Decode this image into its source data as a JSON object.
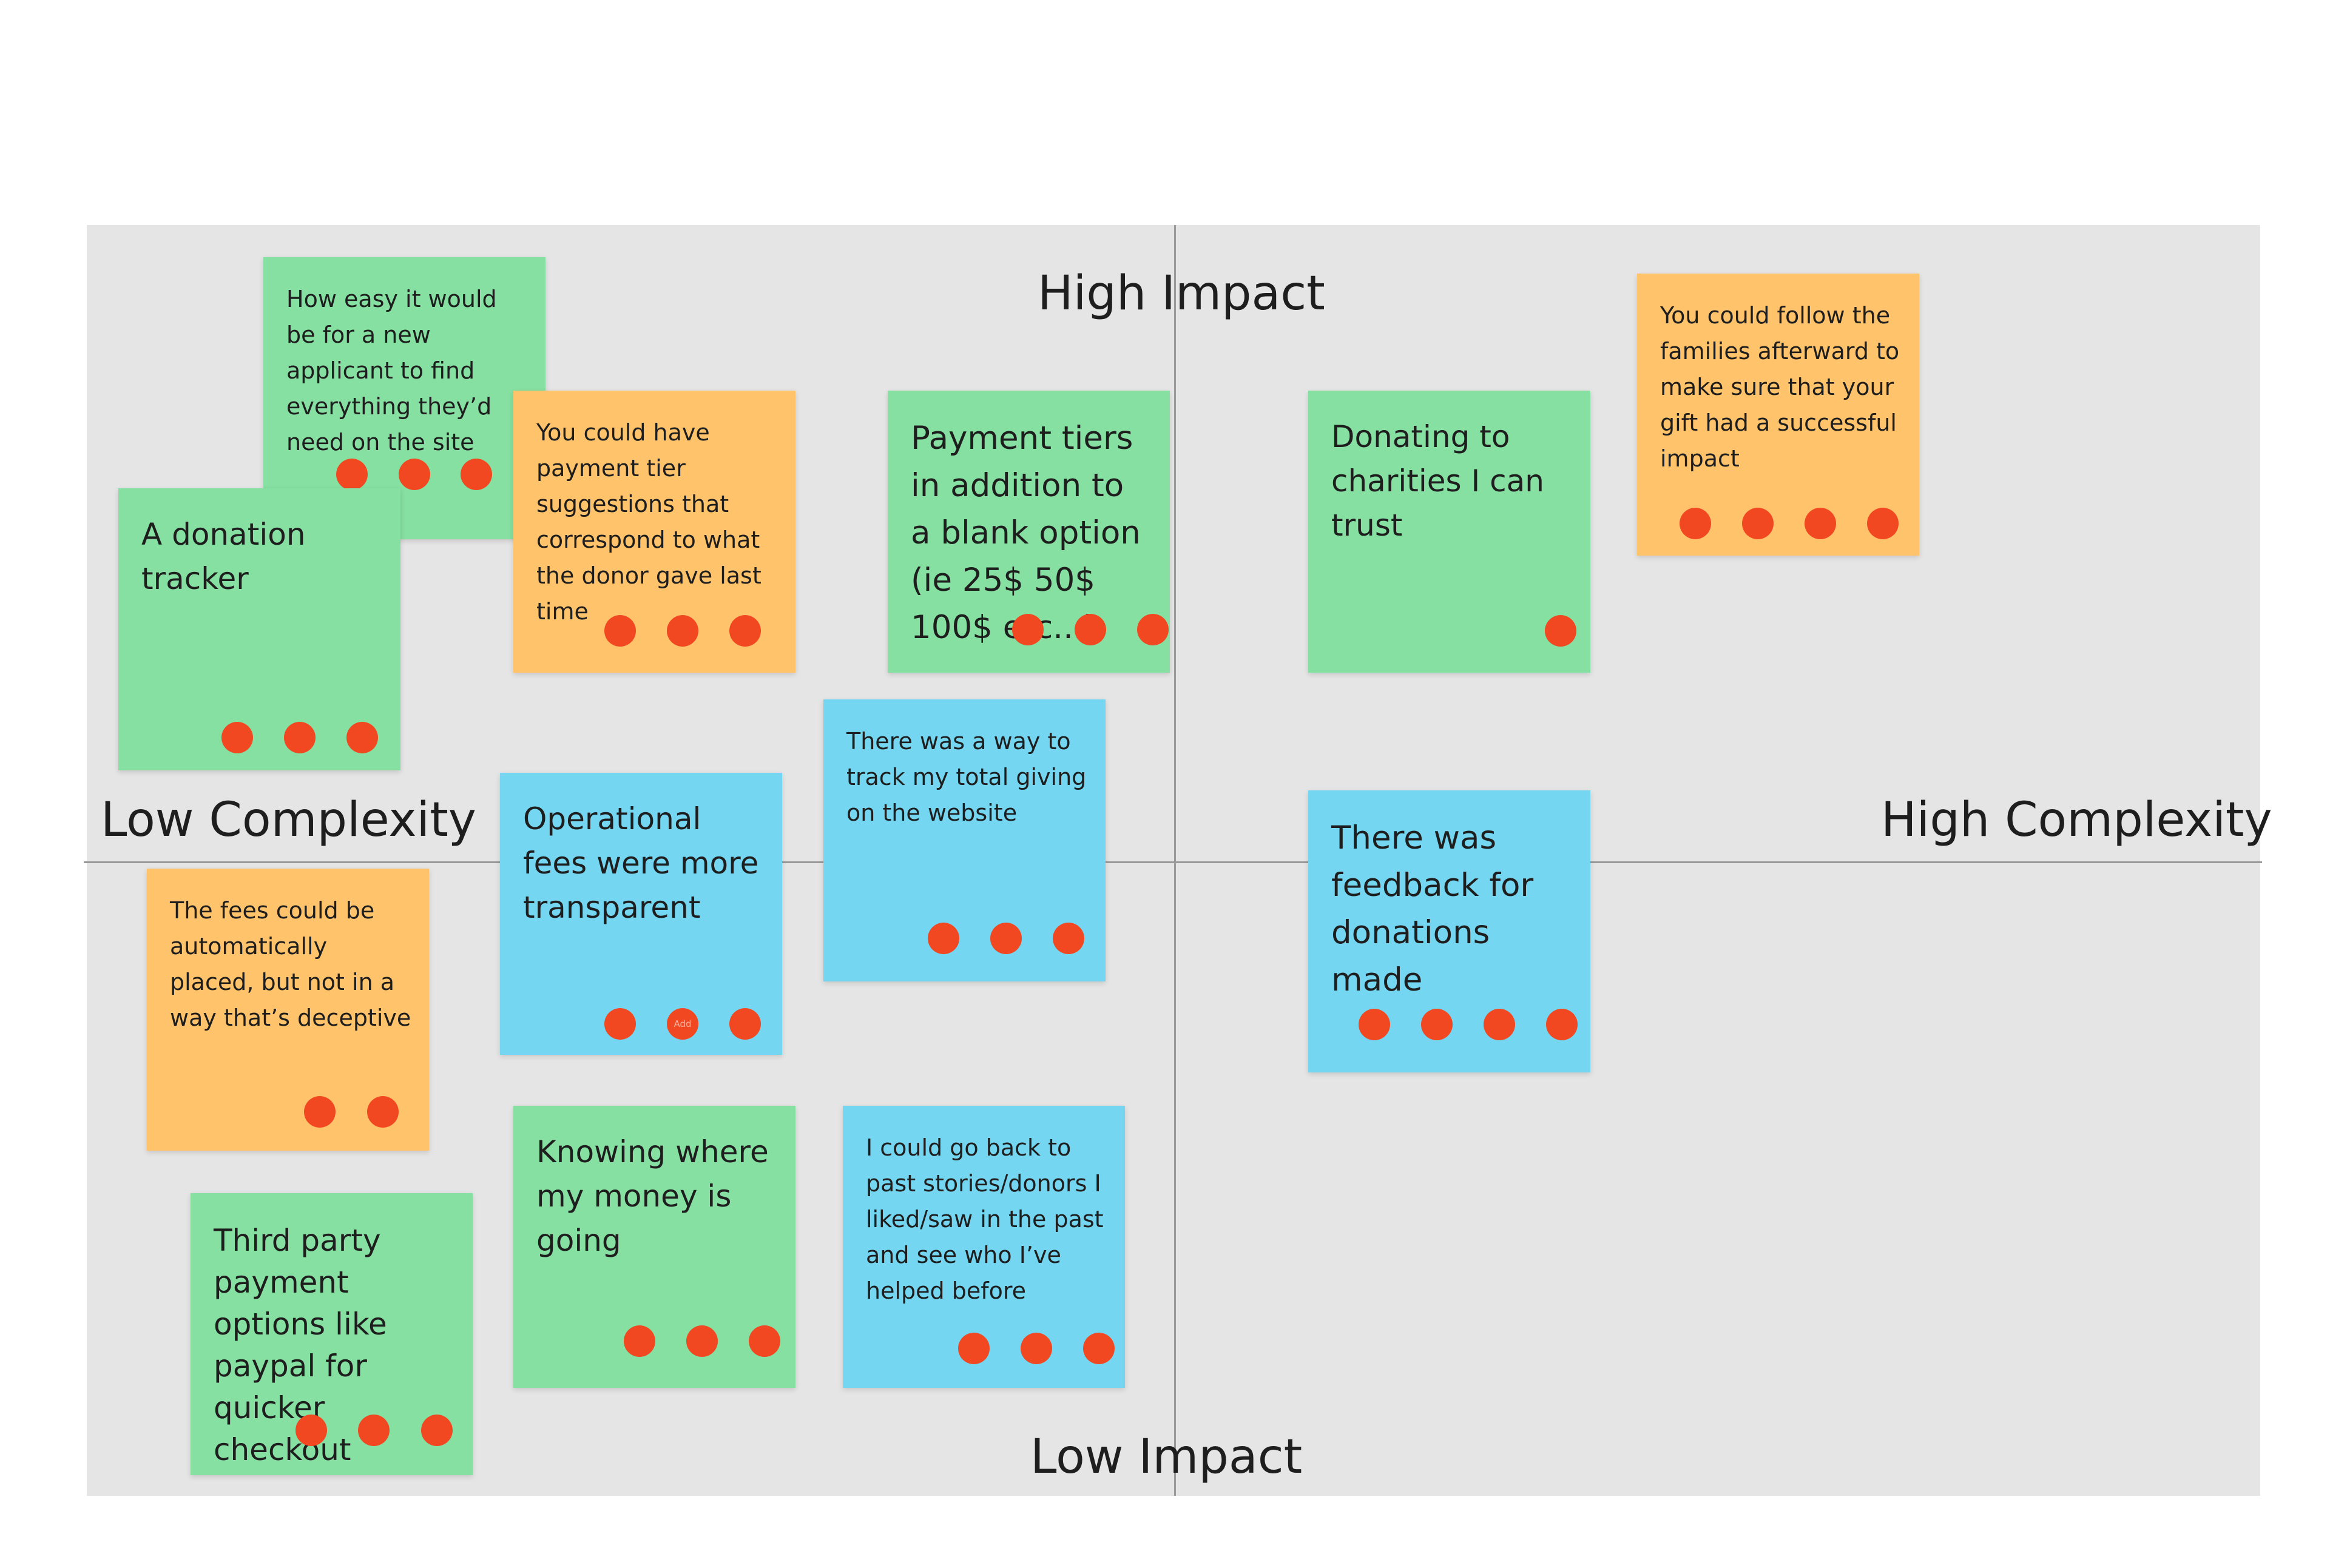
{
  "axes": {
    "top": "High Impact",
    "bottom": "Low Impact",
    "left": "Low Complexity",
    "right": "High Complexity"
  },
  "colors": {
    "board": "#e5e5e5",
    "green_note": "#86e0a2",
    "orange_note": "#ffc36b",
    "blue_note": "#74d6f0",
    "vote_dot": "#f24822"
  },
  "notes": [
    {
      "text": "How easy it would be for a new applicant to find everything they’d need on the site",
      "color": "green",
      "votes": 3
    },
    {
      "text": "A donation tracker",
      "color": "green",
      "votes": 3
    },
    {
      "text": "You could have payment tier suggestions that correspond to what the donor gave last time",
      "color": "orange",
      "votes": 3
    },
    {
      "text": "Payment tiers in addition to a blank option (ie 25$ 50$ 100$ etc...)",
      "color": "green",
      "votes": 3
    },
    {
      "text": "Donating to charities I can trust",
      "color": "green",
      "votes": 1
    },
    {
      "text": "You could follow the families afterward to make sure that your gift had a successful impact",
      "color": "orange",
      "votes": 4
    },
    {
      "text": "There was a way to track my total giving on the website",
      "color": "blue",
      "votes": 3
    },
    {
      "text": "Operational fees were more transparent",
      "color": "blue",
      "votes": 3,
      "dot_label": "Add"
    },
    {
      "text": "There was feedback for donations made",
      "color": "blue",
      "votes": 4
    },
    {
      "text": "The fees could be automatically placed, but not in a way that’s deceptive",
      "color": "orange",
      "votes": 2
    },
    {
      "text": "Knowing where my money is going",
      "color": "green",
      "votes": 3
    },
    {
      "text": "I could go back to past stories/donors I liked/saw in the past and see who I’ve helped before",
      "color": "blue",
      "votes": 3
    },
    {
      "text": "Third party payment options like paypal for quicker checkout",
      "color": "green",
      "votes": 3
    }
  ]
}
